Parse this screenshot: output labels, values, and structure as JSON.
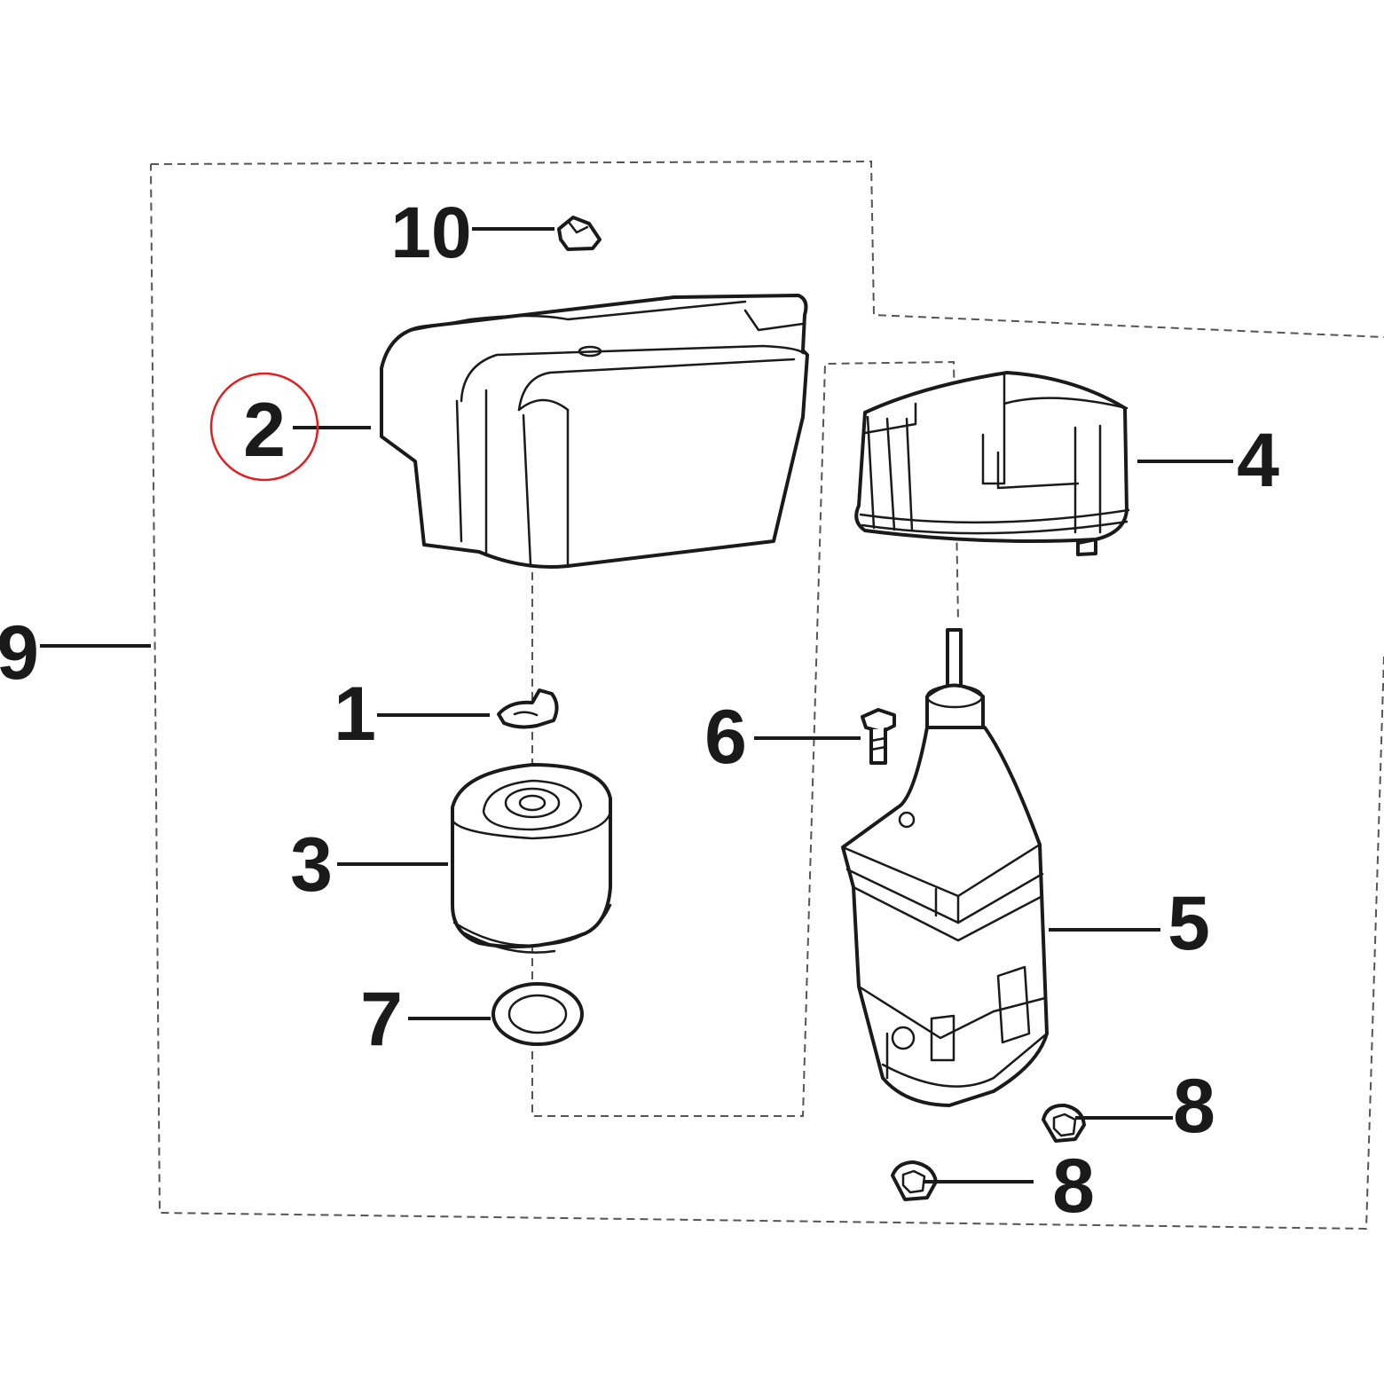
{
  "diagram": {
    "callouts": [
      {
        "id": "c1",
        "label": "1"
      },
      {
        "id": "c2",
        "label": "2"
      },
      {
        "id": "c3",
        "label": "3"
      },
      {
        "id": "c4",
        "label": "4"
      },
      {
        "id": "c5",
        "label": "5"
      },
      {
        "id": "c6",
        "label": "6"
      },
      {
        "id": "c7",
        "label": "7"
      },
      {
        "id": "c8a",
        "label": "8"
      },
      {
        "id": "c8b",
        "label": "8"
      },
      {
        "id": "c9",
        "label": "9"
      },
      {
        "id": "c10",
        "label": "10"
      }
    ],
    "highlighted_callout": "2",
    "colors": {
      "ink": "#1a1a1a",
      "highlight_circle": "#e02020",
      "dashed_outline": "#555555",
      "background": "#ffffff"
    }
  }
}
